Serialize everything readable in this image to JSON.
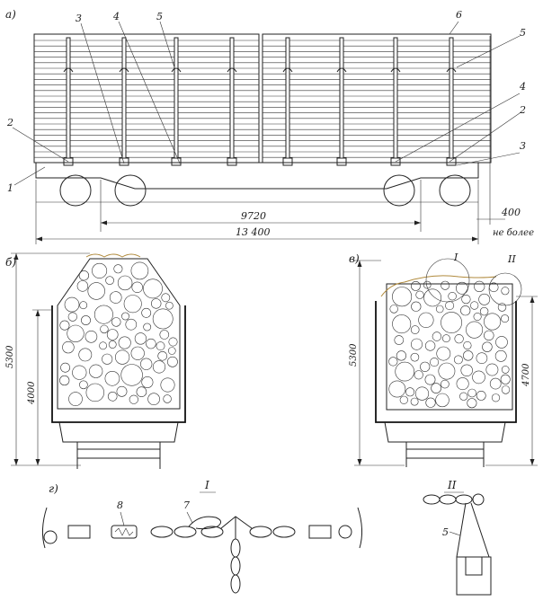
{
  "panels": {
    "a": {
      "label": "а)",
      "callouts_left": [
        "2",
        "1"
      ],
      "callouts_top": [
        "3",
        "4",
        "5"
      ],
      "callouts_right": [
        "6",
        "5",
        "4",
        "2",
        "3"
      ],
      "dim_inner": "9720",
      "dim_total": "13 400",
      "dim_overhang": "400",
      "overhang_note": "не более"
    },
    "b": {
      "label": "б)",
      "dim_total_height": "5300",
      "dim_inner_height": "4000"
    },
    "c": {
      "label": "в)",
      "dim_total_height": "5300",
      "dim_inner_height": "4700",
      "detail_1": "I",
      "detail_2": "II"
    },
    "d": {
      "label": "г)",
      "detail_title": "I",
      "callout_chain": "8",
      "callout_hook": "7"
    },
    "e": {
      "detail_title": "II",
      "callout_stake": "5"
    }
  }
}
